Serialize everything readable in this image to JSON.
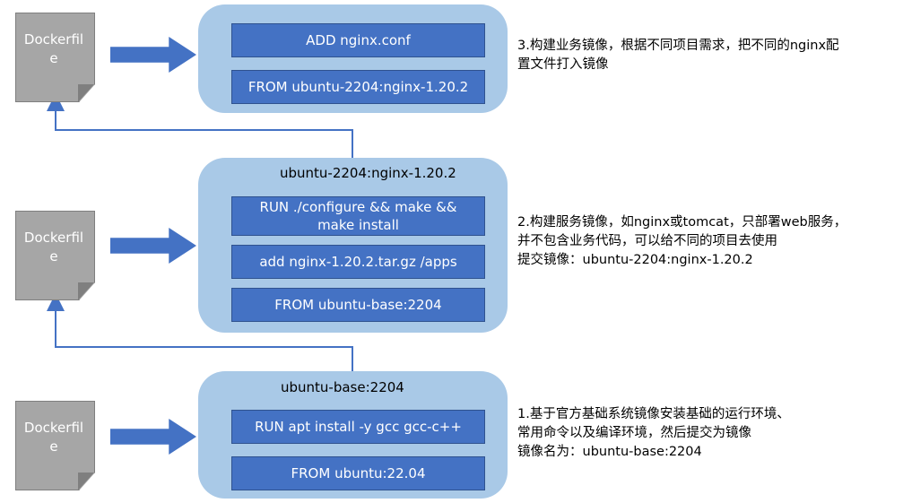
{
  "documents": [
    {
      "label": "Dockerfile"
    },
    {
      "label": "Dockerfile"
    },
    {
      "label": "Dockerfile"
    }
  ],
  "groups": [
    {
      "title": "",
      "commands": [
        "ADD nginx.conf",
        "FROM ubuntu-2204:nginx-1.20.2"
      ]
    },
    {
      "title": "ubuntu-2204:nginx-1.20.2",
      "commands": [
        "RUN ./configure && make && make install",
        "add nginx-1.20.2.tar.gz  /apps",
        "FROM ubuntu-base:2204"
      ]
    },
    {
      "title": "ubuntu-base:2204",
      "commands": [
        "RUN apt install -y gcc gcc-c++",
        "FROM ubuntu:22.04"
      ]
    }
  ],
  "notes": [
    {
      "lines": [
        "3.构建业务镜像，根据不同项目需求，把不同的nginx配",
        "置文件打入镜像"
      ]
    },
    {
      "lines": [
        "2.构建服务镜像，如nginx或tomcat，只部署web服务，",
        "并不包含业务代码，可以给不同的项目去使用",
        "提交镜像：ubuntu-2204:nginx-1.20.2"
      ]
    },
    {
      "lines": [
        "1.基于官方基础系统镜像安装基础的运行环境、",
        "常用命令以及编译环境，然后提交为镜像",
        "镜像名为：ubuntu-base:2204"
      ]
    }
  ],
  "colors": {
    "command_fill": "#4472c4",
    "group_fill": "#a9c9e7",
    "document_fill": "#a6a6a6",
    "connector": "#4472c4"
  }
}
